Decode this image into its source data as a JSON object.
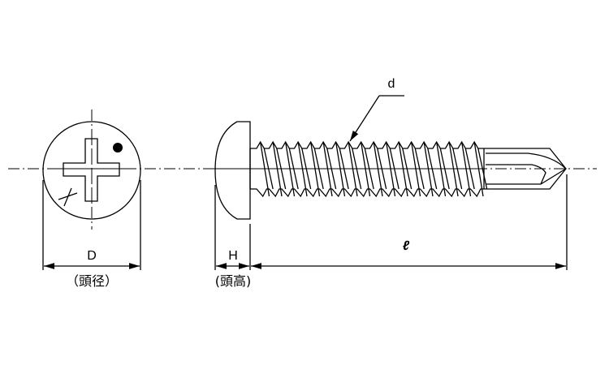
{
  "labels": {
    "head_diameter_symbol": "D",
    "head_diameter_caption": "（頭径）",
    "head_height_symbol": "H",
    "head_height_caption": "(頭高)",
    "length_symbol": "ℓ",
    "thread_diameter_symbol": "d"
  },
  "colors": {
    "line": "#000000",
    "background": "#ffffff"
  }
}
